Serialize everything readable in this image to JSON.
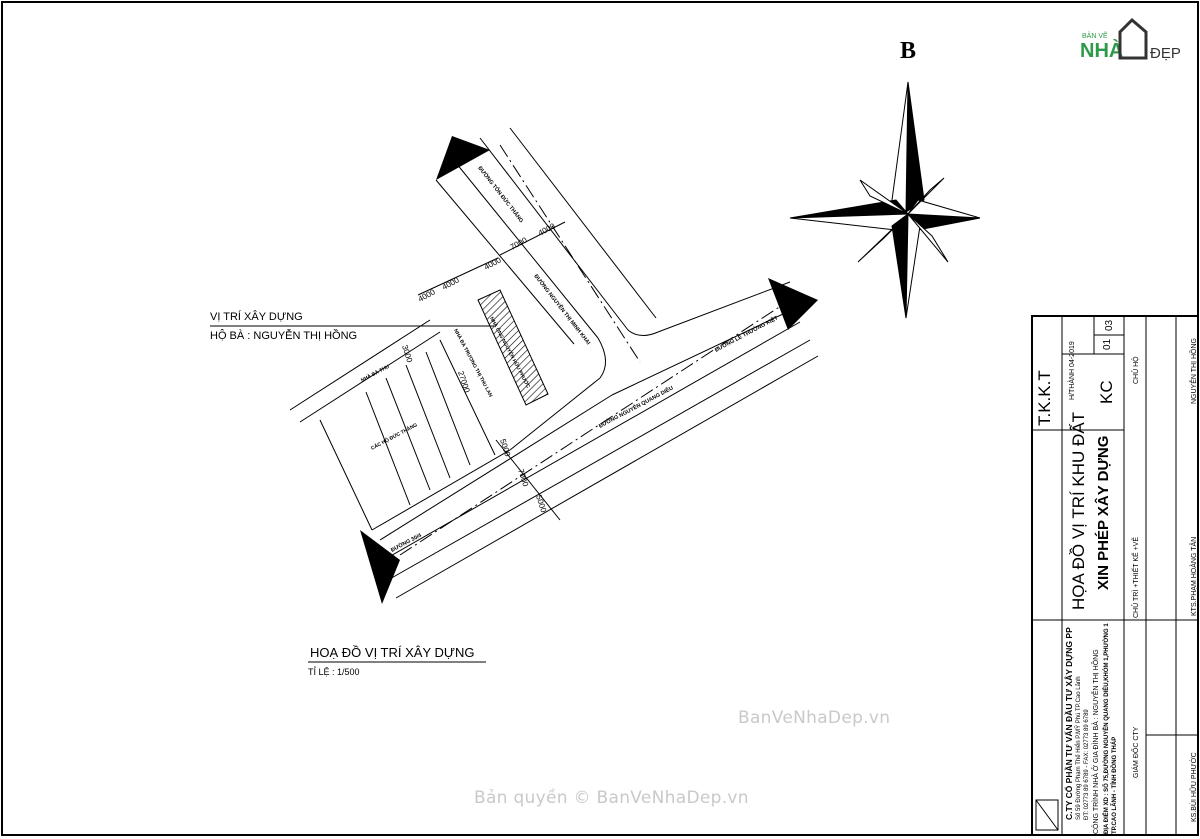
{
  "sheet": {
    "north_letter": "B",
    "logo": {
      "top": "BẢN VẼ",
      "left": "NHÀ",
      "right": "ĐẸP"
    },
    "legend": {
      "line1": "VỊ TRÍ XÂY DỰNG",
      "line2": "HỘ BÀ : NGUYỄN THỊ HỒNG"
    },
    "drawing_title": "HOẠ ĐỒ VỊ TRÍ XÂY DỰNG",
    "scale": "TỈ LỆ : 1/500"
  },
  "plan": {
    "dimensions": [
      "7000",
      "4000",
      "4000",
      "4000",
      "4000",
      "3000",
      "27000",
      "5000",
      "7000",
      "5000"
    ],
    "street_labels": [
      "ĐƯỜNG TÔN ĐỨC THẮNG",
      "ĐƯỜNG NGUYỄN THỊ MINH KHAI",
      "ĐƯỜNG LÊ THƯỜNG KIỆT",
      "ĐƯỜNG NGUYỄN QUANG DIÊU",
      "ĐƯỜNG 30/4"
    ],
    "lot_labels": [
      "NHÀ ÔNG NGUYỄN HỮU PHƯỚC",
      "NHÀ BÀ TRƯƠNG THỊ THU LAN",
      "NHÀ BÀ THU",
      "CÁC HỘ ĐỨC THẮNG"
    ]
  },
  "title_block": {
    "firm_name": "C.TY CỔ PHẦN TƯ VẤN ĐẦU TƯ XÂY DỰNG PP",
    "firm_address": "Số 59 Đường Phạm Thế Hiển P.MỸ Phú TP.Cao Lãnh",
    "firm_phone": "ĐT: 02773 89 6789 - FAX: 02773 89 6789",
    "project_line": "CÔNG TRÌNH NHÀ Ở GIA ĐÌNH BÀ : NGUYỄN THỊ HỒNG",
    "location_line1": "ĐỊA ĐIỂM XD : SỐ 75,ĐƯỜNG NGUYỄN QUANG DIÊU,KHÓM 1,PHƯỜNG 1",
    "location_line2": "TP.CAO LÃNH - TỈNH ĐỒNG THÁP",
    "sheet_title1": "HỌA ĐỒ VỊ TRÍ KHU ĐẤT",
    "sheet_title2": "XIN PHÉP XÂY DỰNG",
    "phase": "T.K.K.T",
    "date": "H/THÀNH 04-2019",
    "code": "KC",
    "sheet_number": "01",
    "sheet_total": "03",
    "role_owner": "CHỦ HỘ",
    "role_designer": "CHỦ TRÌ +THIẾT KẾ +VẼ",
    "role_director": "GIÁM ĐỐC CTY",
    "name_owner": "NGUYỄN THỊ HỒNG",
    "name_designer": "KTS.PHẠM HOÀNG TÂN",
    "name_director": "KS.BÙI HỮU PHƯỚC"
  },
  "watermarks": {
    "center": "BanVeNhaDep.vn",
    "copyright": "Bản quyền © BanVeNhaDep.vn"
  }
}
